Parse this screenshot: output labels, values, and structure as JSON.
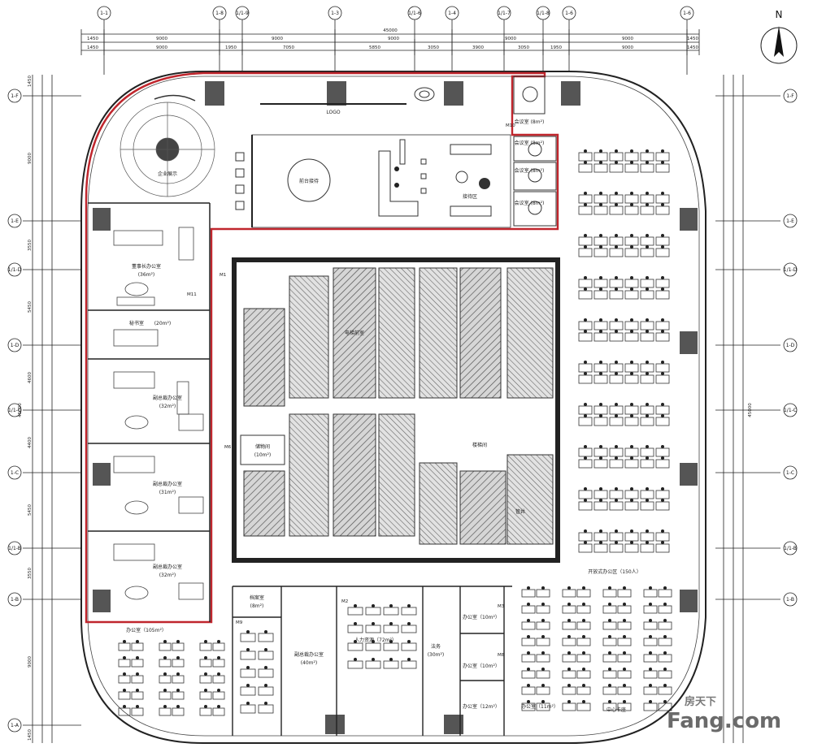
{
  "north_label": "N",
  "overall_dimension": "45000",
  "top_dims_row1": [
    "1450",
    "9000",
    "9000",
    "9000",
    "9000",
    "9000",
    "1450"
  ],
  "top_dims_row2": [
    "1450",
    "9000",
    "1950",
    "7050",
    "5850",
    "3050",
    "3900",
    "3050",
    "1950",
    "9000",
    "1450"
  ],
  "left_overall_dimension": "45000",
  "left_dims": [
    "1450",
    "9000",
    "3550",
    "5450",
    "4600",
    "4400",
    "5450",
    "3550",
    "9000",
    "1450"
  ],
  "top_axes": [
    "1-1",
    "1-8",
    "1/1-9",
    "1-3",
    "1/1-6",
    "1-4",
    "1/1-7",
    "1/1-8",
    "1-6",
    "1-6"
  ],
  "side_axes": [
    "1-F",
    "1-E",
    "1/1-D",
    "1-D",
    "1/1-C",
    "1-C",
    "1/1-B",
    "1-B",
    "1-A"
  ],
  "rooms": {
    "logo": "LOGO",
    "exhibition": "企业展示",
    "reception_desk": "前台接待",
    "reception_area": "接待区",
    "meeting1": "会议室\n(8m²)",
    "meeting2": "会议室\n(8m²)",
    "meeting3": "会议室\n(8m²)",
    "meeting4": "会议室\n(8m²)",
    "chairman": "董事长办公室",
    "chairman_area": "(36m²)",
    "secretary": "秘书室",
    "secretary_area": "(20m²)",
    "vp1": "副总裁办公室",
    "vp1_area": "(32m²)",
    "vp2": "副总裁办公室",
    "vp2_area": "(31m²)",
    "vp3": "副总裁办公室",
    "vp3_area": "(32m²)",
    "storage": "储物间",
    "storage_area": "(10m²)",
    "open_office": "开放式办公区（150人）",
    "office_105": "办公室（105m²）",
    "archive": "档案室",
    "archive_area": "(8m²)",
    "deputy_gm": "副总裁办公室",
    "deputy_gm_area": "(40m²)",
    "hr": "人力资源（72m²）",
    "finance": "法务",
    "finance_area": "(30m²)",
    "office_a": "办公室（10m²）",
    "office_b": "办公室（10m²）",
    "office_c": "办公室（12m²）",
    "office_d": "办公室（11m²）",
    "center_printer": "中心卡座",
    "core_lobby": "电梯前室",
    "core_stair": "楼梯间",
    "core_well": "管井"
  },
  "door_tags": [
    "M1",
    "M2",
    "M3",
    "M10",
    "M11",
    "M6",
    "M8",
    "M9"
  ],
  "watermark": {
    "small": "房天下",
    "big": "Fang.com"
  },
  "colors": {
    "highlight": "#c0262d",
    "wall": "#222222",
    "hatch": "#6a6a6a"
  }
}
